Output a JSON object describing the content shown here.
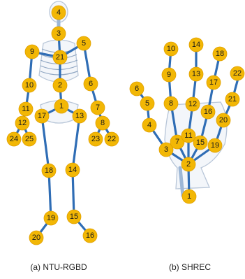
{
  "captions": {
    "left": "(a) NTU-RGBD",
    "right": "(b) SHREC"
  },
  "colors": {
    "joint": "#f2b705",
    "bone": "#2f6db5"
  },
  "ntu_joints": [
    "1",
    "2",
    "3",
    "4",
    "5",
    "6",
    "7",
    "8",
    "9",
    "10",
    "11",
    "12",
    "13",
    "14",
    "15",
    "16",
    "17",
    "18",
    "19",
    "20",
    "21",
    "22",
    "23",
    "24",
    "25"
  ],
  "shrec_joints": [
    "1",
    "2",
    "3",
    "4",
    "5",
    "6",
    "7",
    "8",
    "9",
    "10",
    "11",
    "12",
    "13",
    "14",
    "15",
    "16",
    "17",
    "18",
    "19",
    "20",
    "21",
    "22"
  ]
}
